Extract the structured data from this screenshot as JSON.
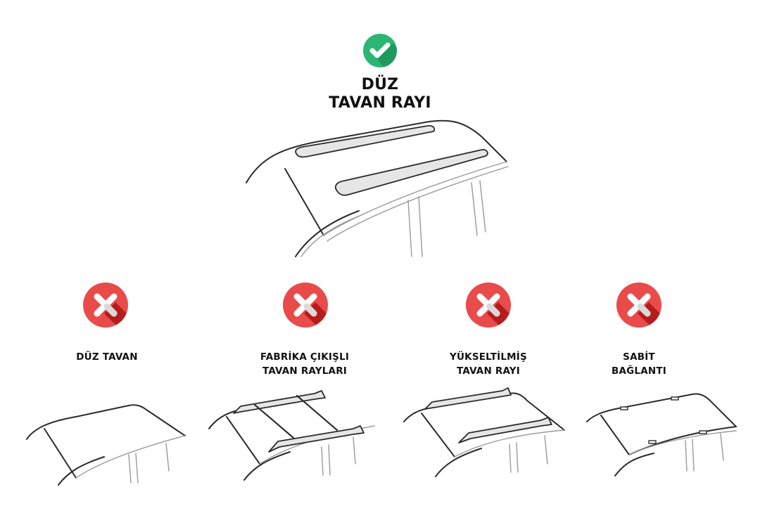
{
  "compatible": {
    "status": "check",
    "status_color": "#2bb673",
    "label_line1": "DÜZ",
    "label_line2": "TAVAN RAYI"
  },
  "incompatible": [
    {
      "status": "cross",
      "label_line1": "DÜZ TAVAN",
      "label_line2": ""
    },
    {
      "status": "cross",
      "label_line1": "FABRİKA ÇIKIŞLI",
      "label_line2": "TAVAN RAYLARI"
    },
    {
      "status": "cross",
      "label_line1": "YÜKSELTİLMİŞ",
      "label_line2": "TAVAN RAYI"
    },
    {
      "status": "cross",
      "label_line1": "SABİT",
      "label_line2": "BAĞLANTI"
    }
  ],
  "colors": {
    "check_green": "#2bb673",
    "check_shadow": "#1f9a5f",
    "cross_red": "#e94b4b",
    "cross_shadow": "#b71c1c",
    "text": "#111111"
  }
}
